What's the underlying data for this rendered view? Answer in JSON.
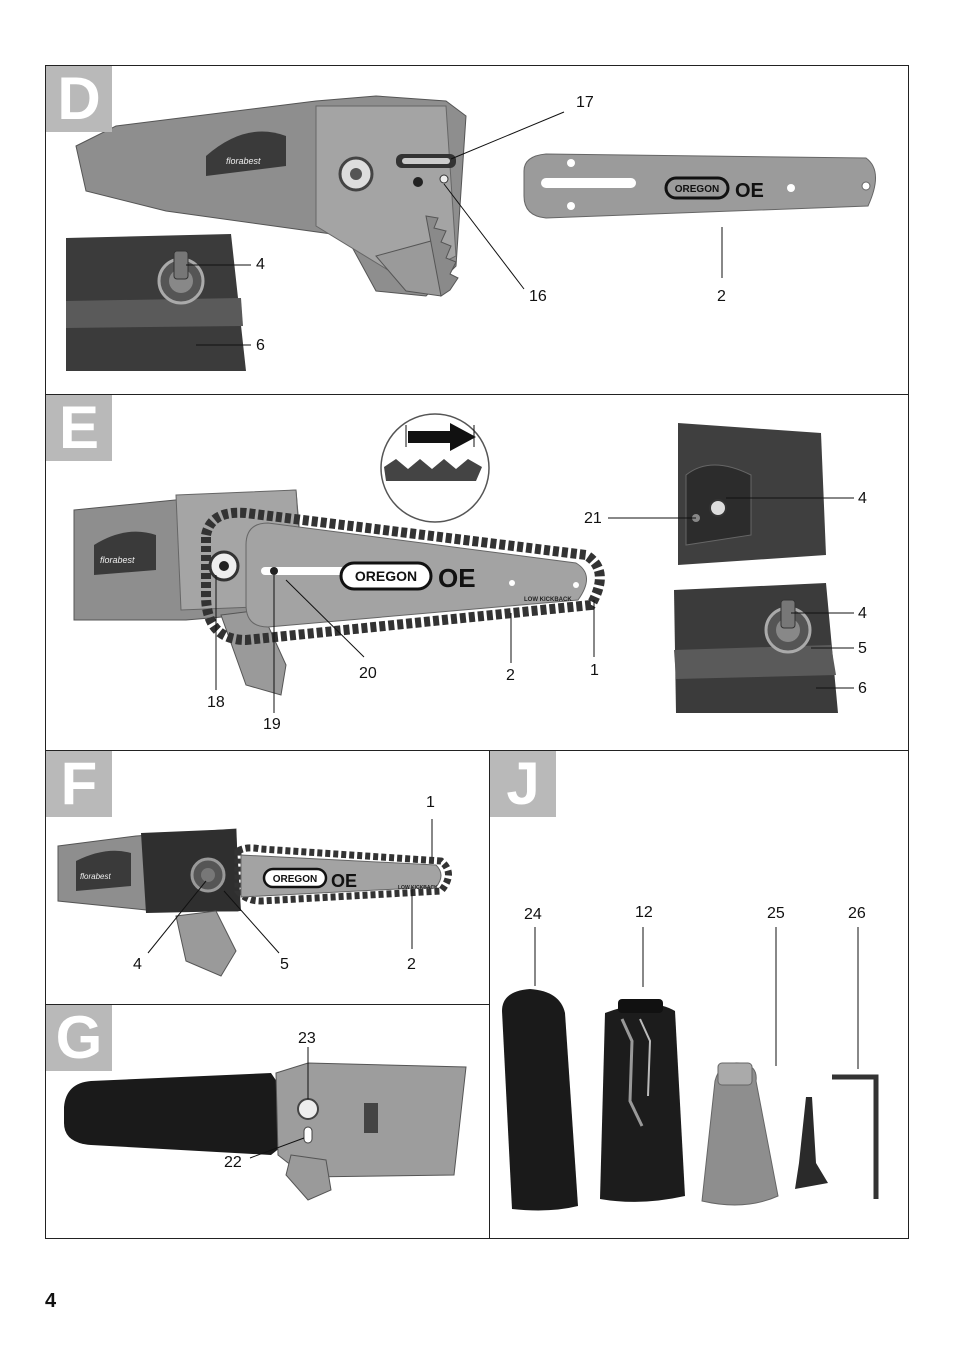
{
  "page_number": "4",
  "panels": {
    "D": {
      "letter": "D",
      "callouts": {
        "c17": "17",
        "c16": "16",
        "c2": "2",
        "c4": "4",
        "c6": "6"
      }
    },
    "E": {
      "letter": "E",
      "callouts": {
        "c4a": "4",
        "c21": "21",
        "c4b": "4",
        "c5": "5",
        "c6": "6",
        "c18": "18",
        "c19": "19",
        "c20": "20",
        "c2": "2",
        "c1": "1"
      }
    },
    "F": {
      "letter": "F",
      "callouts": {
        "c1": "1",
        "c4": "4",
        "c5": "5",
        "c2": "2"
      }
    },
    "G": {
      "letter": "G",
      "callouts": {
        "c23": "23",
        "c22": "22"
      }
    },
    "J": {
      "letter": "J",
      "callouts": {
        "c24": "24",
        "c12": "12",
        "c25": "25",
        "c26": "26"
      }
    }
  },
  "brand": {
    "florabest": "florabest",
    "oregon": "OREGON",
    "oe": "OE",
    "kickback": "LOW KICKBACK"
  }
}
